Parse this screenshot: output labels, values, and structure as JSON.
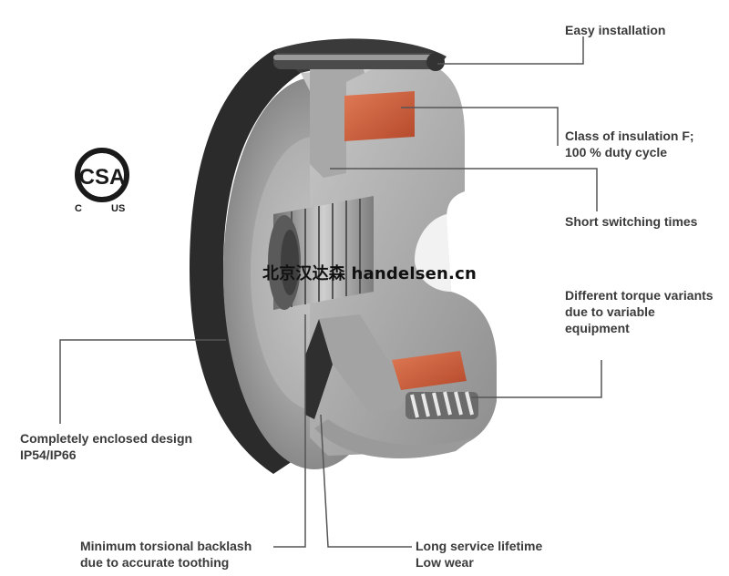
{
  "labels": {
    "easy_installation": "Easy installation",
    "insulation_line1": "Class of insulation F;",
    "insulation_line2": "100 % duty cycle",
    "switching": "Short switching times",
    "torque_line1": "Different torque variants",
    "torque_line2": "due to variable",
    "torque_line3": "equipment",
    "enclosed_line1": "Completely enclosed design",
    "enclosed_line2": "IP54/IP66",
    "backlash_line1": "Minimum torsional backlash",
    "backlash_line2": "due to accurate toothing",
    "lifetime_line1": "Long service lifetime",
    "lifetime_line2": "Low wear"
  },
  "certification": {
    "mark": "CSA",
    "left_letter": "C",
    "right_letters": "US"
  },
  "watermark": "北京汉达森 handelsen.cn",
  "colors": {
    "text": "#3a3a3a",
    "leader_line": "#555555",
    "housing": "#8a8a8a",
    "coil": "#c8593a",
    "background": "#ffffff"
  }
}
